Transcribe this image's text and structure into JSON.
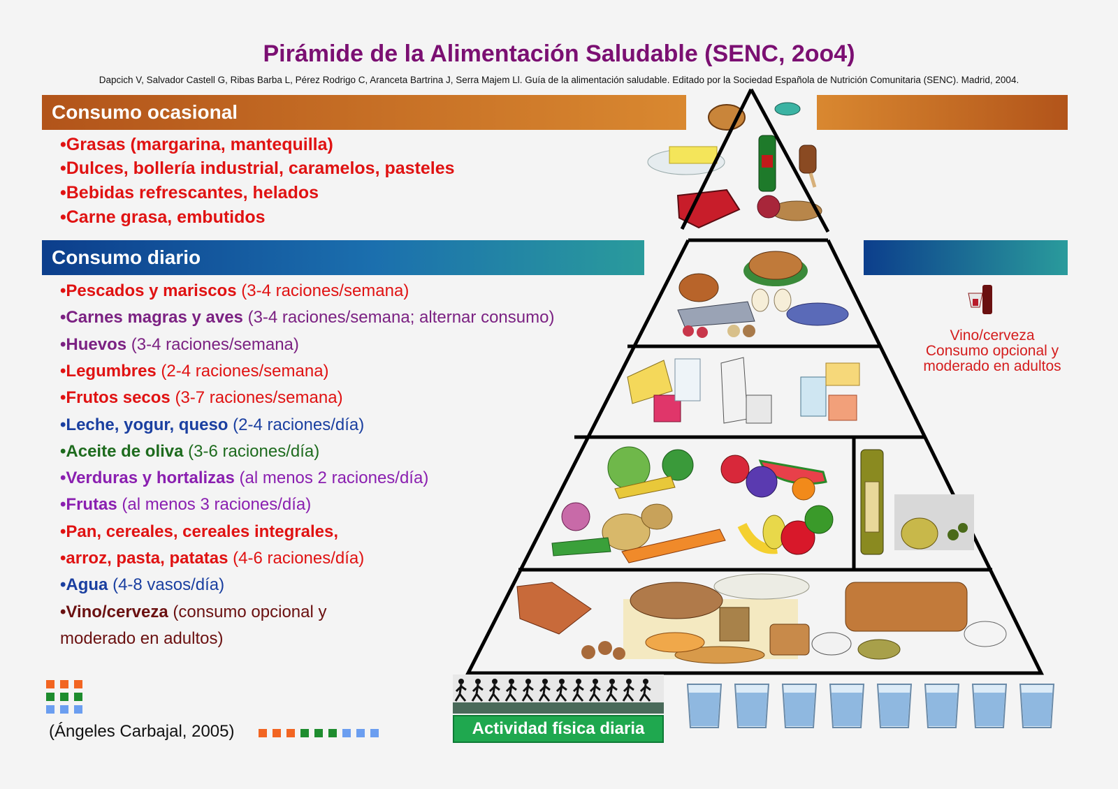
{
  "title": "Pirámide de la Alimentación Saludable (SENC, 2oo4)",
  "citation": "Dapcich V, Salvador Castell G, Ribas Barba L, Pérez Rodrigo C, Aranceta Bartrina J, Serra Majem Ll. Guía de la alimentación saludable. Editado por la Sociedad Española de Nutrición Comunitaria (SENC). Madrid, 2004.",
  "sections": {
    "ocasional": {
      "heading": "Consumo ocasional",
      "color": "#c8661e",
      "items": [
        "•Grasas (margarina, mantequilla)",
        "•Dulces, bollería industrial, caramelos, pasteles",
        "•Bebidas refrescantes, helados",
        "•Carne grasa, embutidos"
      ]
    },
    "diario": {
      "heading": "Consumo diario",
      "color": "#1b5fa3",
      "items": [
        {
          "bold": "•Pescados y mariscos",
          "rest": " (3-4 raciones/semana)",
          "color": "#e01212"
        },
        {
          "bold": "•Carnes magras y aves",
          "rest": " (3-4 raciones/semana; alternar consumo)",
          "color": "#7b2182"
        },
        {
          "bold": "•Huevos",
          "rest": " (3-4 raciones/semana)",
          "color": "#7b2182"
        },
        {
          "bold": "•Legumbres",
          "rest": " (2-4 raciones/semana)",
          "color": "#e01212"
        },
        {
          "bold": "•Frutos secos",
          "rest": " (3-7 raciones/semana)",
          "color": "#e01212"
        },
        {
          "bold": "•Leche, yogur, queso",
          "rest": " (2-4 raciones/día)",
          "color": "#1a3fa0"
        },
        {
          "bold": "•Aceite de oliva",
          "rest": " (3-6 raciones/día)",
          "color": "#1e6b1e"
        },
        {
          "bold": "•Verduras y hortalizas",
          "rest": " (al menos 2 raciones/día)",
          "color": "#8a1fb0"
        },
        {
          "bold": "•Frutas",
          "rest": " (al menos 3 raciones/día)",
          "color": "#8a1fb0"
        },
        {
          "bold": "•Pan, cereales, cereales integrales,",
          "rest": "",
          "color": "#e01212"
        },
        {
          "bold": "•arroz, pasta, patatas",
          "rest": " (4-6 raciones/día)",
          "color": "#e01212"
        },
        {
          "bold": "•Agua",
          "rest": " (4-8 vasos/día)",
          "color": "#1a3fa0"
        },
        {
          "bold": "•Vino/cerveza",
          "rest": " (consumo opcional y",
          "color": "#6a1010"
        },
        {
          "bold": "",
          "rest": "moderado en adultos)",
          "color": "#6a1010"
        }
      ]
    }
  },
  "wine_note": [
    "Vino/cerveza",
    "Consumo opcional y",
    "moderado en adultos"
  ],
  "activity_label": "Actividad física diaria",
  "credit": "(Ángeles Carbajal, 2005)",
  "water_glasses": 8,
  "runners": 12,
  "palette": {
    "orange": "#f26522",
    "green": "#1e8c2e",
    "blue": "#6b9ef0"
  }
}
